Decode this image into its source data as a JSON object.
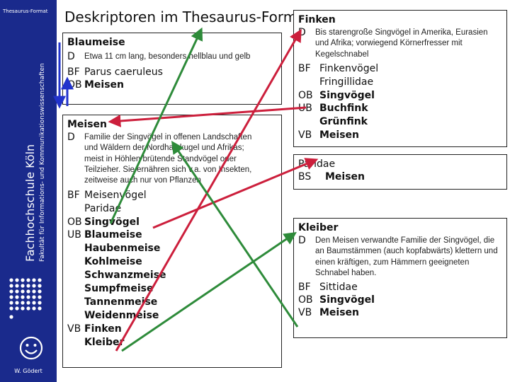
{
  "sidebar": {
    "top_label": "Thesaurus-Format",
    "institution": "Fachhochschule Köln",
    "faculty": "Fakultät für Informations- und Kommunikationswissenschaften",
    "author": "W. Gödert",
    "colors": {
      "background": "#1a2a8c",
      "text": "#ffffff"
    }
  },
  "title": "Deskriptoren im Thesaurus-Format",
  "blaumeise": {
    "heading": "Blaumeise",
    "d_code": "D",
    "d_text": "Etwa 11 cm lang, besonders hellblau und gelb",
    "bf_code": "BF",
    "bf_text": "Parus caeruleus",
    "ob_code": "OB",
    "ob_text": "Meisen"
  },
  "meisen": {
    "heading": "Meisen",
    "d_code": "D",
    "d_text": "Familie der Singvögel in offenen Landschaften und Wäldern der Nordhalbkugel und Afrikas; meist in Höhlen brütende Standvögel oder Teilzieher. Sie ernähren sich v.a. von Insekten, zeitweise auch nur von Pflanzen",
    "bf_code": "BF",
    "bf_items": [
      "Meisenvögel",
      "Paridae"
    ],
    "ob_code": "OB",
    "ob_text": "Singvögel",
    "ub_code": "UB",
    "ub_items": [
      "Blaumeise",
      "Haubenmeise",
      "Kohlmeise",
      "Schwanzmeise",
      "Sumpfmeise",
      "Tannenmeise",
      "Weidenmeise"
    ],
    "vb_code": "VB",
    "vb_items": [
      "Finken",
      "Kleiber"
    ]
  },
  "finken": {
    "heading": "Finken",
    "d_code": "D",
    "d_text": "Bis starengroße Singvögel in Amerika, Eurasien und Afrika; vorwiegend Körnerfresser mit Kegelschnabel",
    "bf_code": "BF",
    "bf_items": [
      "Finkenvögel",
      "Fringillidae"
    ],
    "ob_code": "OB",
    "ob_text": "Singvögel",
    "ub_code": "UB",
    "ub_items": [
      "Buchfink",
      "Grünfink"
    ],
    "vb_code": "VB",
    "vb_text": "Meisen"
  },
  "paridae": {
    "heading": "Paridae",
    "bs_code": "BS",
    "bs_text": "Meisen"
  },
  "kleiber": {
    "heading": "Kleiber",
    "d_code": "D",
    "d_text": "Den Meisen verwandte Familie der Singvögel, die an Baumstämmen (auch kopfabwärts) klettern und einen kräftigen, zum Hämmern geeigneten Schnabel haben.",
    "bf_code": "BF",
    "bf_text": "Sittidae",
    "ob_code": "OB",
    "ob_text": "Singvögel",
    "vb_code": "VB",
    "vb_text": "Meisen"
  },
  "arrow_colors": {
    "blue": "#2233cc",
    "red": "#cc1f3c",
    "green": "#2e8b3a"
  }
}
